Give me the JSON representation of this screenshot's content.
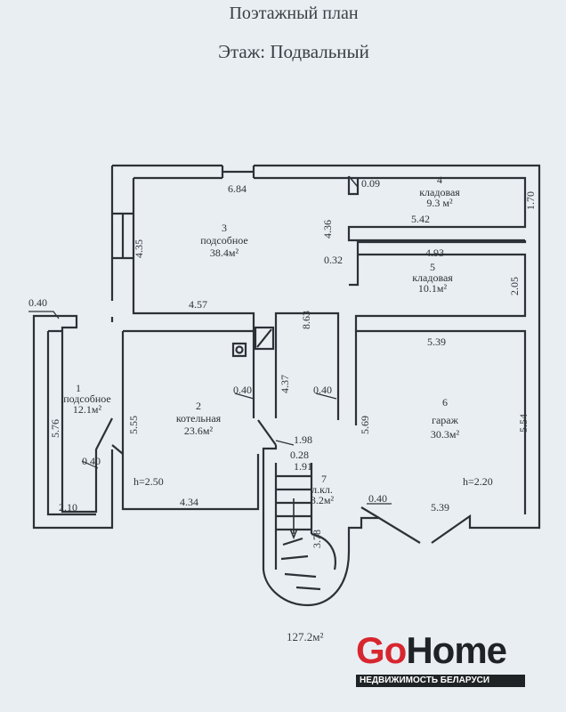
{
  "header": {
    "title": "Поэтажный план",
    "floor": "Этаж: Подвальный"
  },
  "rooms": [
    {
      "num": "1",
      "name": "подсобное",
      "area": "12.1м²"
    },
    {
      "num": "2",
      "name": "котельная",
      "area": "23.6м²"
    },
    {
      "num": "3",
      "name": "подсобное",
      "area": "38.4м²"
    },
    {
      "num": "4",
      "name": "кладовая",
      "area": "9.3 м²"
    },
    {
      "num": "5",
      "name": "кладовая",
      "area": "10.1м²"
    },
    {
      "num": "6",
      "name": "гараж",
      "area": "30.3м²"
    },
    {
      "num": "7",
      "name": "л.кл.",
      "area": "3.2м²"
    }
  ],
  "dimensions": {
    "d_684": "6.84",
    "d_009": "0.09",
    "d_435": "4.35",
    "d_436": "4.36",
    "d_542": "5.42",
    "d_170": "1.70",
    "d_493": "4.93",
    "d_032": "0.32",
    "d_205": "2.05",
    "d_457": "4.57",
    "d_863": "8.63",
    "d_040_left": "0.40",
    "d_539_top": "5.39",
    "d_437": "4.37",
    "d_040_boiler": "0.40",
    "d_040_center": "0.40",
    "d_576": "5.76",
    "d_555": "5.55",
    "d_569": "5.69",
    "d_554": "5.54",
    "d_198": "1.98",
    "d_028": "0.28",
    "d_191": "1.91",
    "d_040_door": "0.40",
    "d_378": "3.78",
    "d_040_garage": "0.40",
    "d_210": "2.10",
    "d_434": "4.34",
    "d_539_bottom": "5.39"
  },
  "heights": {
    "boiler": "h=2.50",
    "garage": "h=2.20"
  },
  "total_area": "127.2м²",
  "brand": {
    "go": "Go",
    "home": "Home",
    "tagline": "НЕДВИЖИМОСТЬ БЕЛАРУСИ"
  }
}
